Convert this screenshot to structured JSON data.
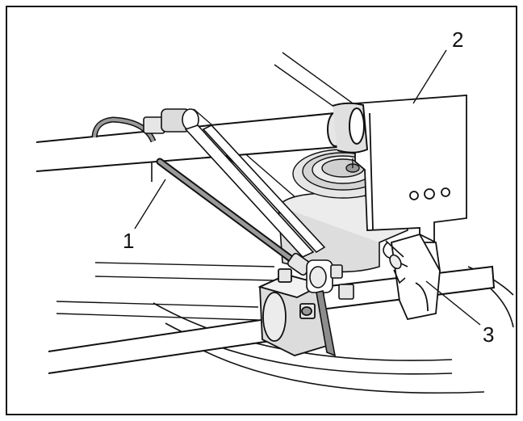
{
  "diagram": {
    "colors": {
      "stroke": "#111111",
      "metal_light": "#ececec",
      "metal_mid": "#cfcfcf",
      "metal_dark": "#8d8d8d",
      "cable": "#9a9a9a",
      "background": "#ffffff"
    },
    "callouts": [
      {
        "id": "cable",
        "label": "1"
      },
      {
        "id": "belt",
        "label": "2"
      },
      {
        "id": "hairpin-clip",
        "label": "3"
      }
    ]
  }
}
